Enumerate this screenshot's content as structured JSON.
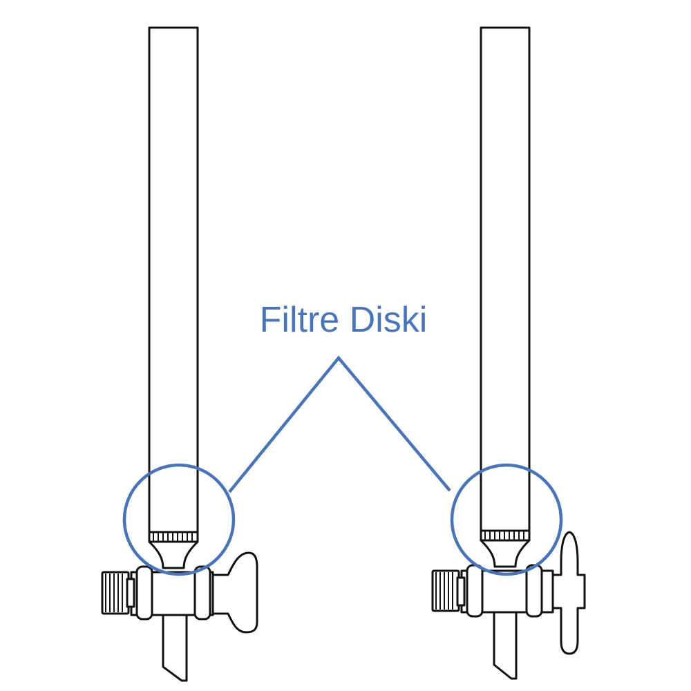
{
  "annotation": {
    "label": "Filtre Diski",
    "color": "#4a74b8"
  },
  "columns": [
    {
      "name": "column-left",
      "stopcock_handle": "flat-thumb"
    },
    {
      "name": "column-right",
      "stopcock_handle": "t-key"
    }
  ],
  "colors": {
    "line": "#111111",
    "background": "#ffffff",
    "accent": "#4a74b8"
  }
}
